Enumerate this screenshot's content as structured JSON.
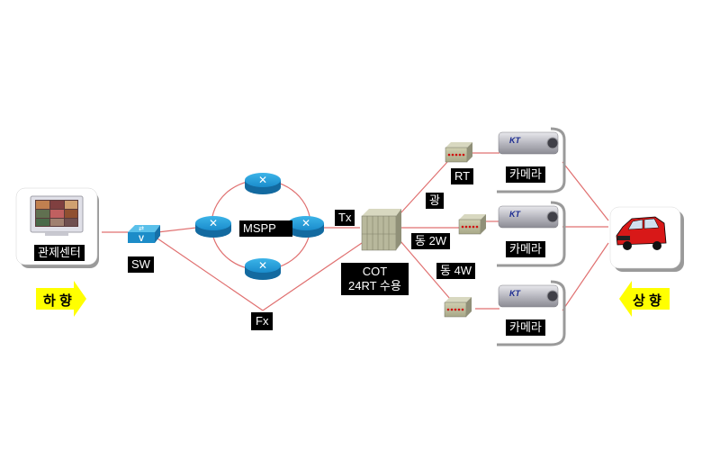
{
  "diagram": {
    "nodes": {
      "control_center": {
        "label": "관제센터",
        "icon": "monitor-icon"
      },
      "switch": {
        "label": "SW",
        "icon": "switch-icon"
      },
      "mspp": {
        "label": "MSPP",
        "icon": "router-icon"
      },
      "tx": {
        "label": "Tx"
      },
      "fx": {
        "label": "Fx"
      },
      "cot": {
        "label": "COT\n24RT 수용",
        "icon": "cot-rack-icon"
      },
      "rt": {
        "label": "RT",
        "icon": "rt-box-icon"
      },
      "cameras": [
        {
          "label": "카메라",
          "brand": "KT"
        },
        {
          "label": "카메라",
          "brand": "KT"
        },
        {
          "label": "카메라",
          "brand": "KT"
        }
      ],
      "vehicle": {
        "icon": "car-icon"
      }
    },
    "links": {
      "optical": "광",
      "copper_2w": "동 2W",
      "copper_4w": "동 4W"
    },
    "directions": {
      "down": "하 향",
      "up": "상 향"
    },
    "colors": {
      "link": "#e07070",
      "arrow": "#ffff00",
      "label_bg": "#000000",
      "router": "#1e90c8"
    }
  }
}
